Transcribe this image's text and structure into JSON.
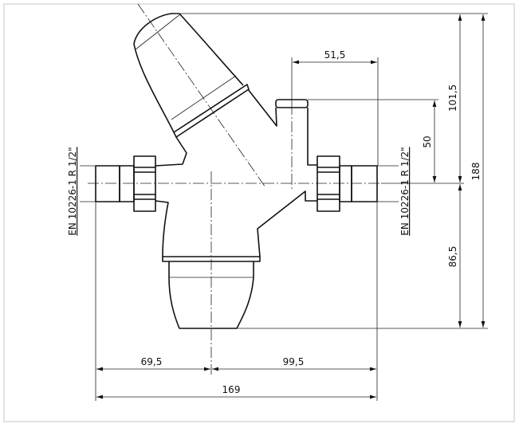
{
  "drawing": {
    "dimensions": {
      "top_port_offset": "51,5",
      "height_to_centerline": "101,5",
      "port_height": "50",
      "overall_height": "188",
      "below_centerline": "86,5",
      "left_to_axis": "69,5",
      "axis_to_right": "99,5",
      "overall_length": "169"
    },
    "thread_left": "EN 10226-1 R 1/2\"",
    "thread_right": "EN 10226-1 R 1/2\""
  }
}
